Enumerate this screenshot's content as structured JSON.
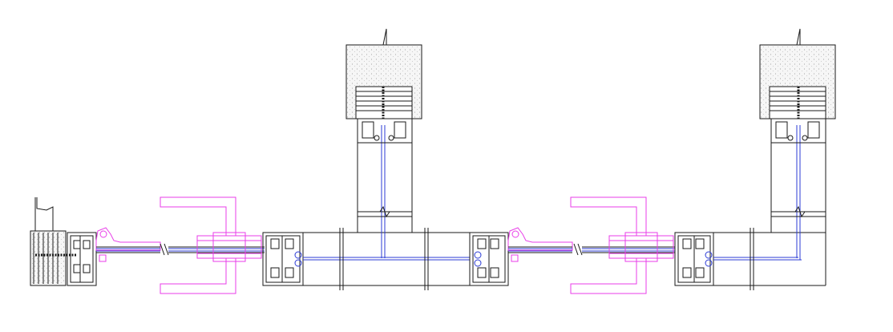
{
  "drawing": {
    "subject": "",
    "colors": {
      "line": "#1a1a1a",
      "glazing": "#2b3bd6",
      "hardware": "#e83ee8",
      "masonry_fill": "#f4f4f4",
      "background": "#ffffff"
    },
    "modules": [
      {
        "id": "module-1",
        "components": [
          "wall-jamb-left",
          "hinge",
          "pull-handle",
          "door-profile",
          "sidelite",
          "t-corner-to-wall"
        ]
      },
      {
        "id": "module-2",
        "components": [
          "door-profile-hinge",
          "hinge",
          "pull-handle",
          "door-profile",
          "sidelite",
          "l-corner-to-wall"
        ]
      }
    ]
  }
}
